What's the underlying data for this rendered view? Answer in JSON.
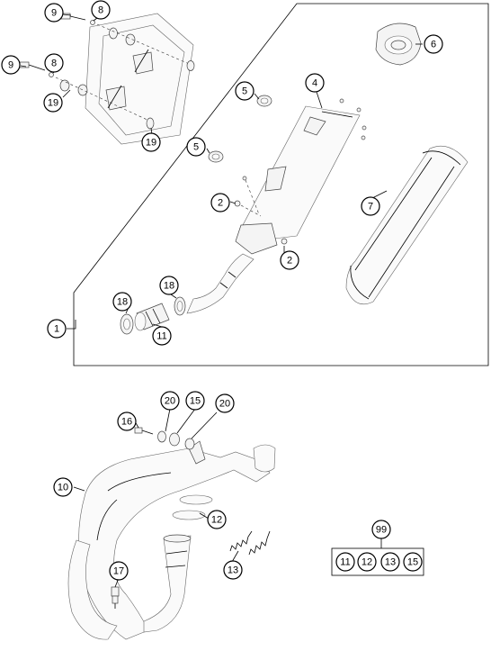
{
  "diagram": {
    "callouts": [
      {
        "id": "c9a",
        "label": "9"
      },
      {
        "id": "c8a",
        "label": "8"
      },
      {
        "id": "c9b",
        "label": "9"
      },
      {
        "id": "c8b",
        "label": "8"
      },
      {
        "id": "c19a",
        "label": "19"
      },
      {
        "id": "c19b",
        "label": "19"
      },
      {
        "id": "c6",
        "label": "6"
      },
      {
        "id": "c4",
        "label": "4"
      },
      {
        "id": "c5a",
        "label": "5"
      },
      {
        "id": "c5b",
        "label": "5"
      },
      {
        "id": "c2a",
        "label": "2"
      },
      {
        "id": "c2b",
        "label": "2"
      },
      {
        "id": "c7",
        "label": "7"
      },
      {
        "id": "c18a",
        "label": "18"
      },
      {
        "id": "c18b",
        "label": "18"
      },
      {
        "id": "c11",
        "label": "11"
      },
      {
        "id": "c1",
        "label": "1"
      },
      {
        "id": "c20a",
        "label": "20"
      },
      {
        "id": "c15",
        "label": "15"
      },
      {
        "id": "c20b",
        "label": "20"
      },
      {
        "id": "c16",
        "label": "16"
      },
      {
        "id": "c10",
        "label": "10"
      },
      {
        "id": "c12",
        "label": "12"
      },
      {
        "id": "c17",
        "label": "17"
      },
      {
        "id": "c13",
        "label": "13"
      },
      {
        "id": "c99",
        "label": "99"
      }
    ],
    "kit": {
      "items": [
        "11",
        "12",
        "13",
        "15"
      ]
    }
  }
}
